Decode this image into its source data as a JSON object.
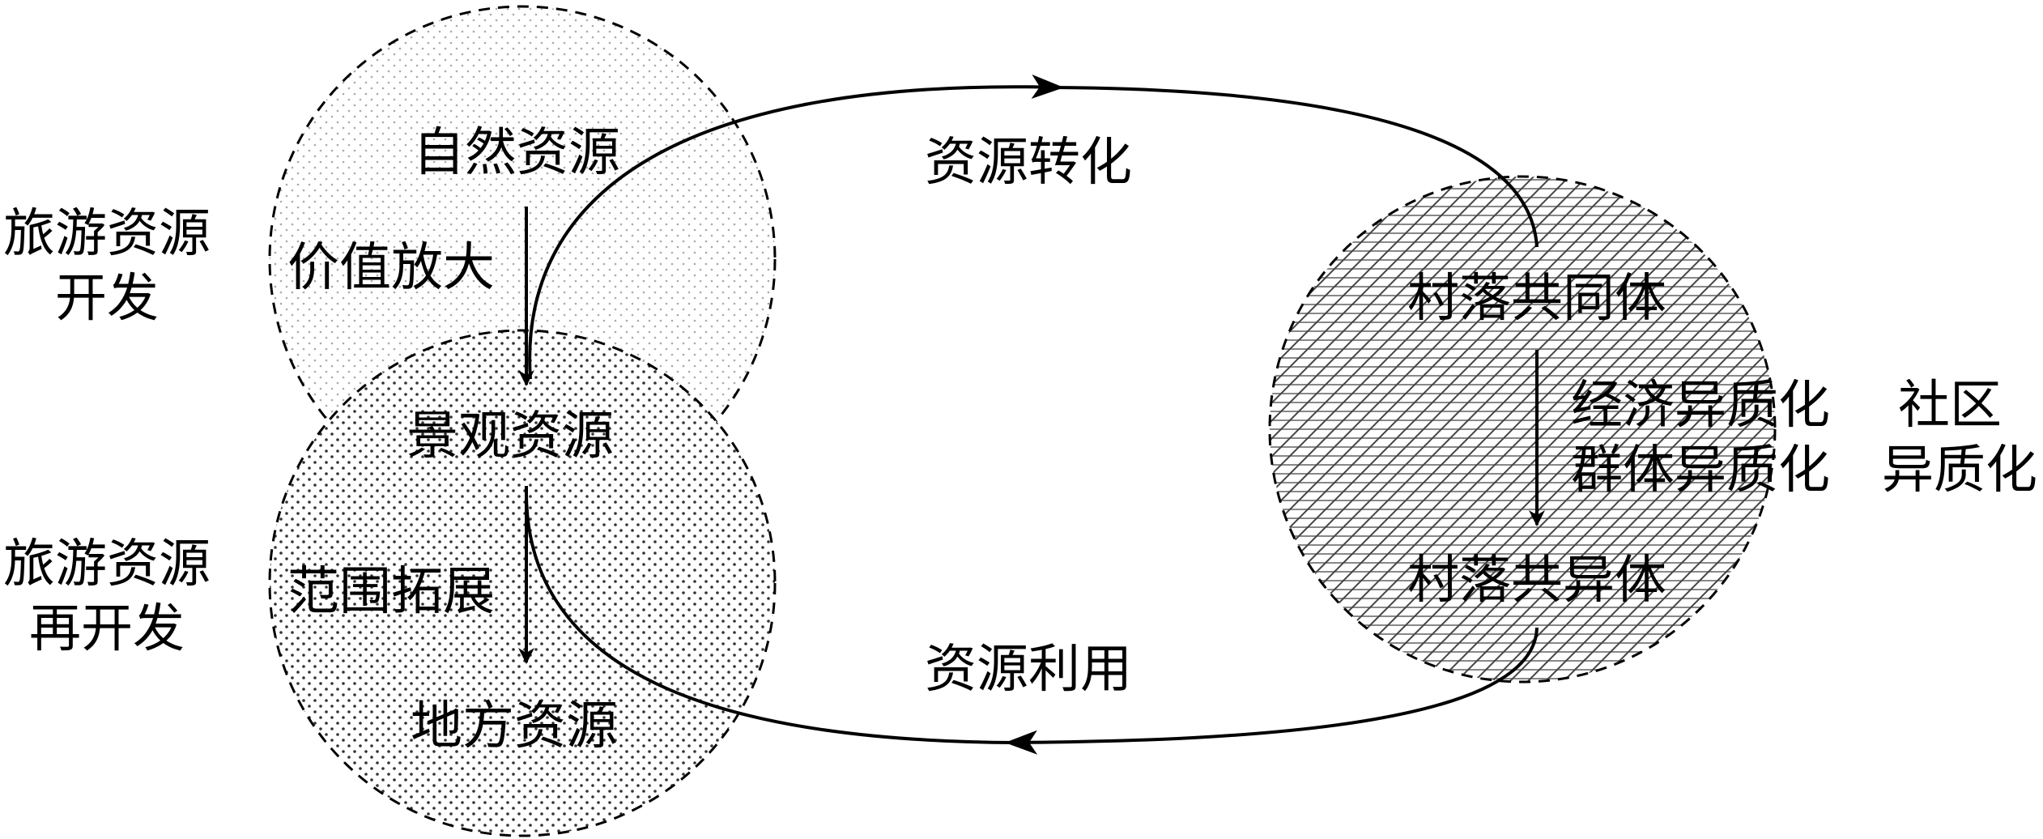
{
  "left_labels": {
    "dev_line1": "旅游资源",
    "dev_line2": "开发",
    "redev_line1": "旅游资源",
    "redev_line2": "再开发"
  },
  "upper_circle": {
    "top": "自然资源",
    "process": "价值放大"
  },
  "lower_circle": {
    "top": "景观资源",
    "process": "范围拓展",
    "bottom": "地方资源"
  },
  "cycle": {
    "top_arrow": "资源转化",
    "bottom_arrow": "资源利用"
  },
  "right_circle": {
    "top": "村落共同体",
    "process_line1": "经济异质化",
    "process_line2": "群体异质化",
    "bottom": "村落共异体"
  },
  "right_label": {
    "line1": "社区",
    "line2": "异质化"
  }
}
